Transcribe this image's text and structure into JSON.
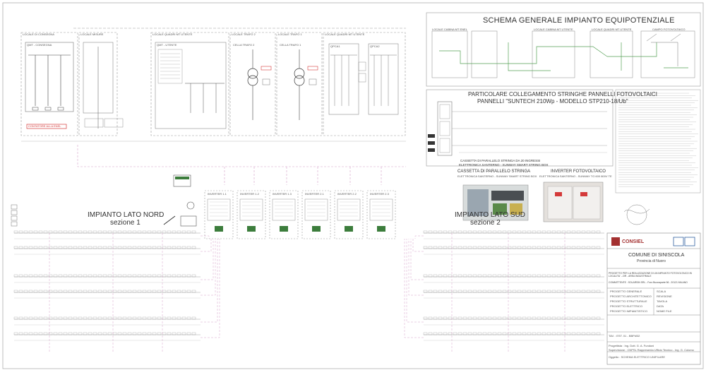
{
  "main_title": "SCHEMA GENERALE IMPIANTO EQUIPOTENZIALE",
  "detail_title_1": "PARTICOLARE COLLEGAMENTO STRINGHE PANNELLI FOTOVOLTAICI",
  "detail_title_2": "PANNELLI \"SUNTECH 210Wp - MODELLO STP210-18/Ub\"",
  "nord_label_1": "IMPIANTO LATO NORD",
  "nord_label_2": "sezione 1",
  "sud_label_1": "IMPIANTO LATO SUD",
  "sud_label_2": "sezione 2",
  "cassetta_caption": "CASSETTA DI PARALLELO STRINGA",
  "cassetta_sub": "ELETTRONICA SANTERNO - SUNWAY SMART STRING BOX",
  "inverter_caption": "INVERTER FOTOVOLTAICO",
  "inverter_sub": "ELETTRONICA SANTERNO - SUNWAY TG 600 800V TE",
  "cassette_header": "CASSETTA DI PARALLELO STRINGA DA 20 INGRESSI",
  "cassette_header2": "ELETTRONICA SANTERNO - SUNWAY SMART STRING BOX",
  "equip_zones": [
    "LOCALE CABINA MT ENEL",
    "LOCALE CABINA MT UTENTE",
    "LOCALE QUADRI MT UTENTE",
    "CAMPO FOTOVOLTAICO"
  ],
  "rooms": [
    "LOCALE DI CONSEGNA",
    "LOCALE MISURE",
    "LOCALE QUADRI MT UTENTE",
    "LOCALE TRAFO 2",
    "LOCALE TRAFO 1",
    "LOCALE QUADRI MT UTENTE"
  ],
  "room_codes": [
    "QMT - CONSEGNA",
    "QMT - UTENTE",
    "CELLA TRAFO 2",
    "CELLA TRAFO 1",
    "QPCA1",
    "QPCA2"
  ],
  "misure_label": "CONTATORE ALLA ENEL",
  "inverters": [
    "INVERTER 1.1",
    "INVERTER 1.2",
    "INVERTER 1.3",
    "INVERTER 2.1",
    "INVERTER 2.2",
    "INVERTER 2.3"
  ],
  "firm_name": "CONSIEL",
  "comune": "COMUNE DI SINISCOLA",
  "provincia": "Provincia di Nuoro",
  "progetto_desc": "PROGETTO PER LA REALIZZAZIONE DI UN IMPIANTO FOTOVOLTAICO IN LOCALITA' - ZIR - AREA INDUSTRIALE",
  "committente": "COMMITTENTE : SOLARSIN SRL - Foro Buonaparte 56 - 20121 MILANO",
  "tb_labels": [
    "PROGETTO GENERALE",
    "PROGETTO ARCHITETTONICO",
    "PROGETTO STRUTTURALE",
    "PROGETTO ELETTRICO",
    "PROGETTO IMPIANTISTICO"
  ],
  "tb_right_labels": [
    "SCALA",
    "REVISIONE",
    "TAVOLA",
    "DATA",
    "NOME FILE"
  ],
  "tav_label": "TAV. : EST. 01 - BBFM32",
  "progettista": "Progettista : Ing. Dott. G. A. Fundoni",
  "supervisione": "Supervisione : CNPSL Rappresenta Ufficio Tecnico - Ing. G. Colomo",
  "oggetto": "Oggetto : SCHEMA ELETTRICO UNIFILARE",
  "colors": {
    "line": "#999999",
    "dashed": "#d6a0c8",
    "red": "#d43a3a",
    "green": "#55a055",
    "dark": "#333333"
  }
}
